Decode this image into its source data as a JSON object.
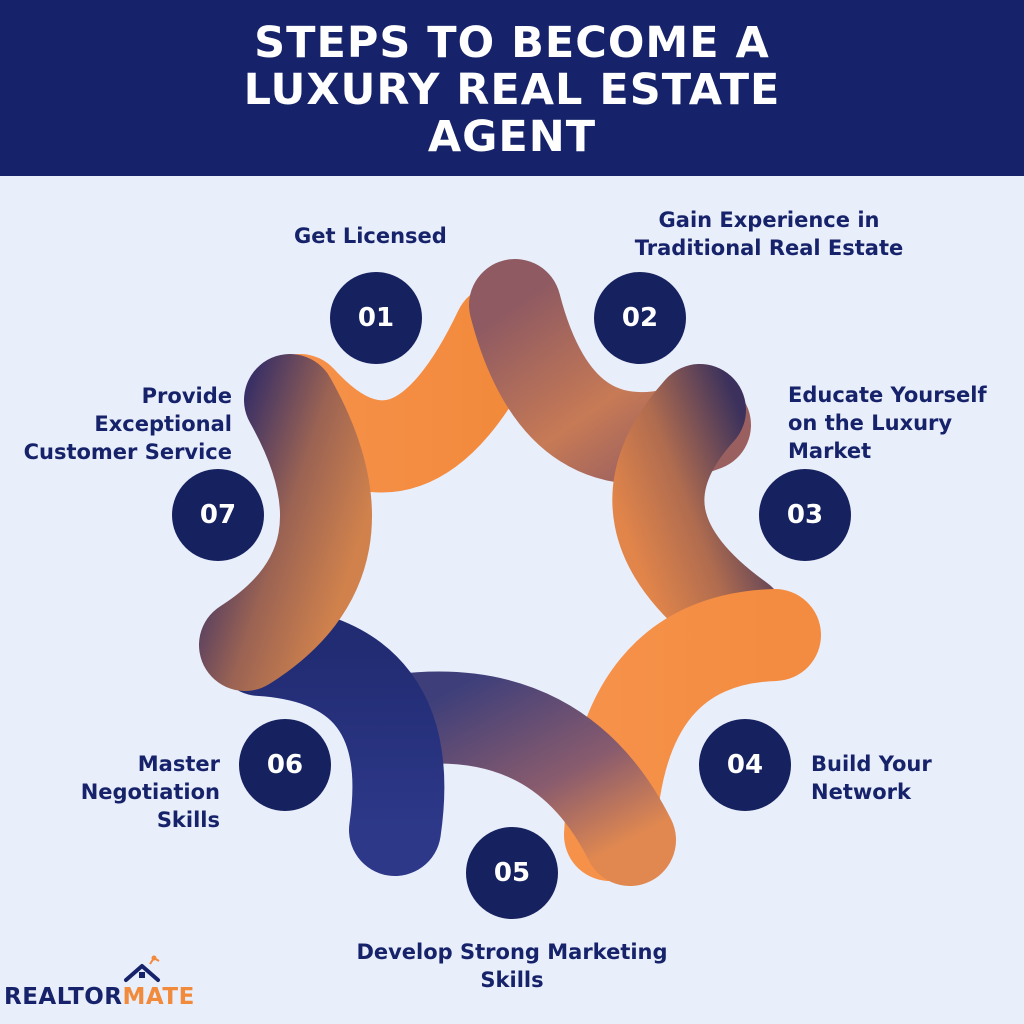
{
  "title": "STEPS TO BECOME A LUXURY REAL ESTATE AGENT",
  "colors": {
    "header": "#16236a",
    "background": "#e9eefb",
    "badge": "#16225f",
    "orange": "#f6914a",
    "navy": "#243079"
  },
  "steps": [
    {
      "number": "01",
      "label": "Get Licensed"
    },
    {
      "number": "02",
      "label": "Gain Experience in\nTraditional Real Estate"
    },
    {
      "number": "03",
      "label": "Educate Yourself\non the Luxury\nMarket"
    },
    {
      "number": "04",
      "label": "Build Your\nNetwork"
    },
    {
      "number": "05",
      "label": "Develop Strong Marketing\nSkills"
    },
    {
      "number": "06",
      "label": "Master\nNegotiation\nSkills"
    },
    {
      "number": "07",
      "label": "Provide\nExceptional\nCustomer Service"
    }
  ],
  "logo": {
    "text_main": "REALTOR",
    "text_accent": "MATE",
    "icon": "house-roof-icon"
  }
}
